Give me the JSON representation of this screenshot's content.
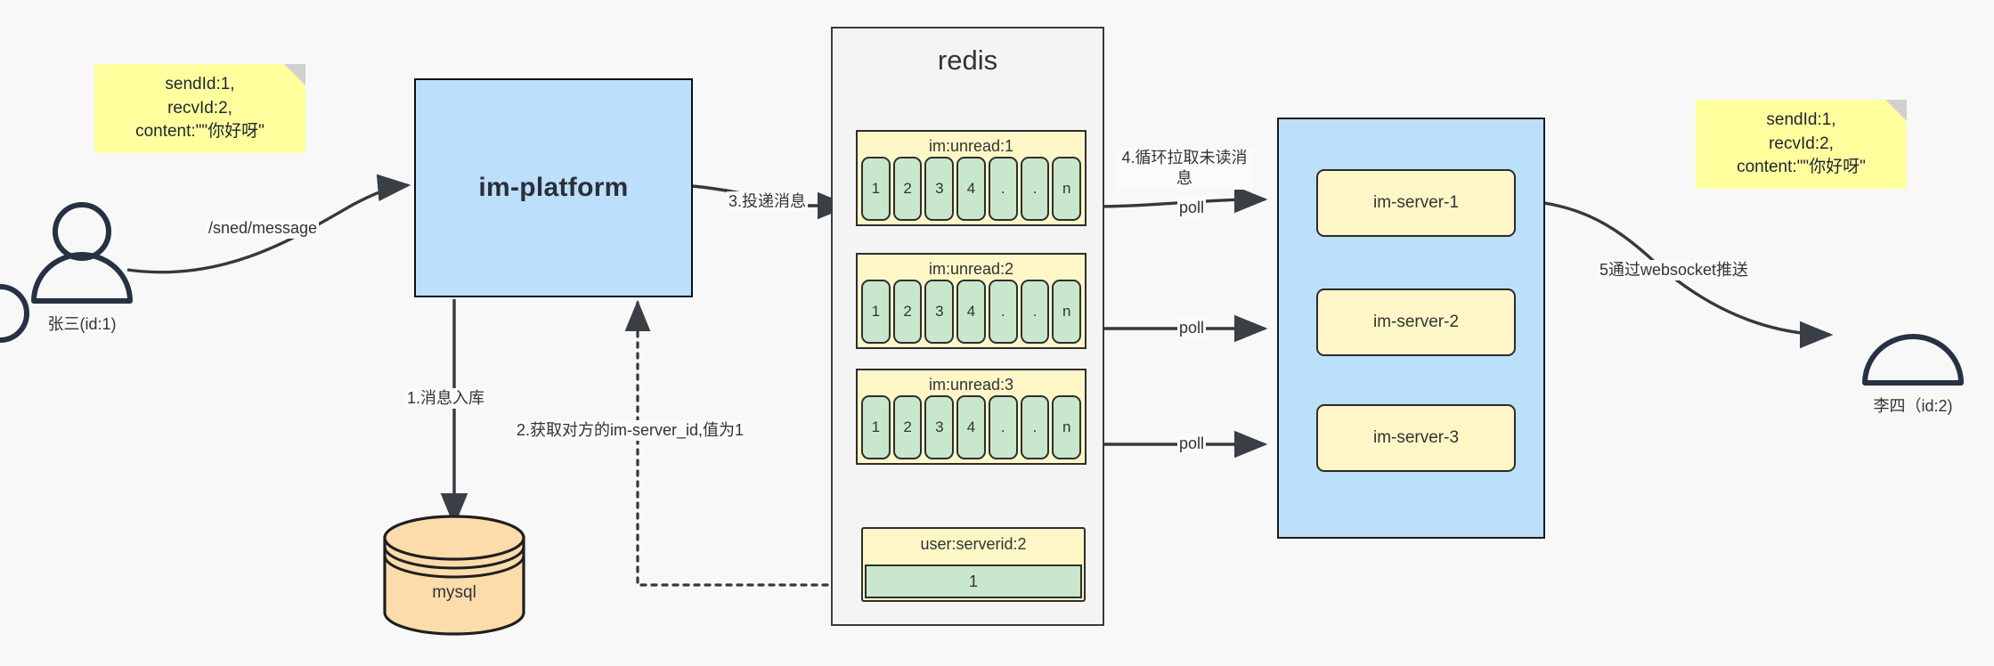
{
  "diagram": {
    "title": "IM message delivery architecture",
    "colors": {
      "note_yellow": "#ffff9e",
      "platform_blue": "#bcdffb",
      "redis_gray": "#f4f4f4",
      "key_yellow": "#fdf7c7",
      "cell_green": "#c9e7cd",
      "mysql_orange": "#fcdcab",
      "stroke": "#1f1f1f"
    }
  },
  "notes": {
    "left": "sendId:1,\nrecvId:2,\ncontent:\"\"你好呀\"",
    "right": "sendId:1,\nrecvId:2,\ncontent:\"\"你好呀\""
  },
  "actors": {
    "sender": "张三(id:1)",
    "receiver": "李四（id:2)"
  },
  "platform": {
    "label": "im-platform"
  },
  "database": {
    "label": "mysql"
  },
  "redis": {
    "title": "redis",
    "keys": [
      {
        "name": "im:unread:1",
        "cells": [
          "1",
          "2",
          "3",
          "4",
          ".",
          ".",
          "n"
        ]
      },
      {
        "name": "im:unread:2",
        "cells": [
          "1",
          "2",
          "3",
          "4",
          ".",
          ".",
          "n"
        ]
      },
      {
        "name": "im:unread:3",
        "cells": [
          "1",
          "2",
          "3",
          "4",
          ".",
          ".",
          "n"
        ]
      }
    ],
    "serverid": {
      "name": "user:serverid:2",
      "value": "1"
    }
  },
  "cluster": {
    "servers": [
      "im-server-1",
      "im-server-2",
      "im-server-3"
    ]
  },
  "edges": {
    "send_message": "/sned/message",
    "step1": "1.消息入库",
    "step2": "2.获取对方的im-server_id,值为1",
    "step3": "3.投递消息",
    "step4": "4.循环拉取未读消\n息",
    "poll1": "poll",
    "poll2": "poll",
    "poll3": "poll",
    "step5": "5通过websocket推送"
  }
}
